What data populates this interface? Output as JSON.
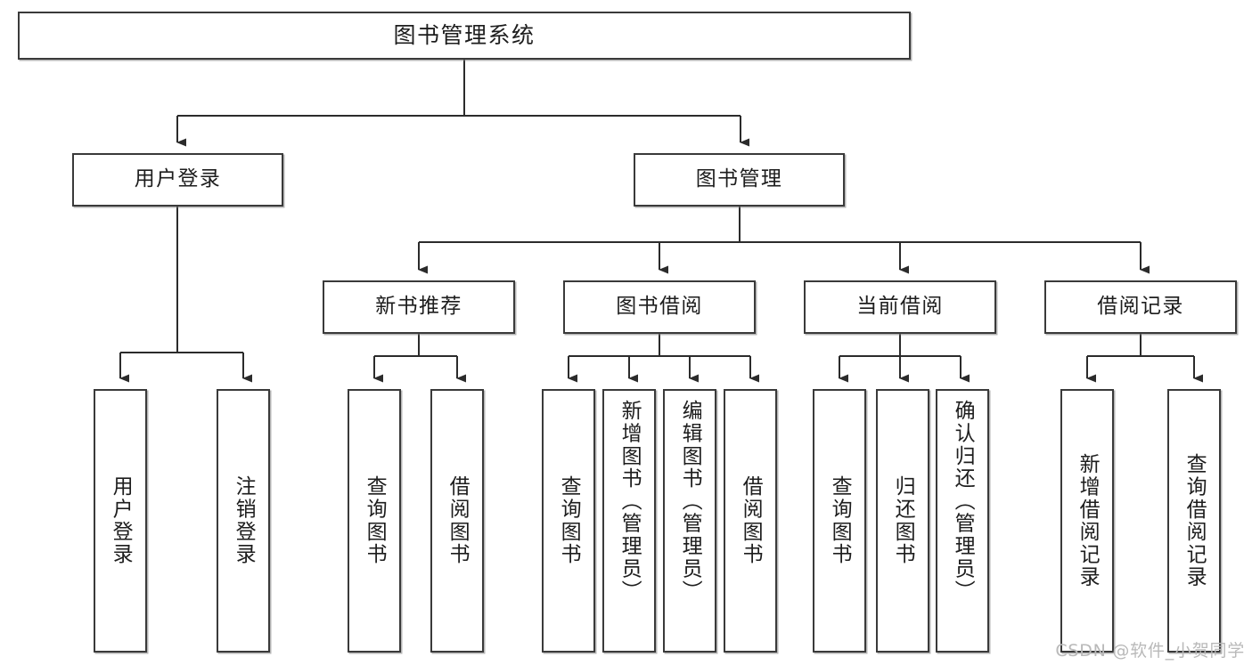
{
  "diagram": {
    "title": "图书管理系统",
    "type": "功能结构图",
    "colors": {
      "box_border": "#3a3a3a",
      "box_fill": "#ffffff",
      "connector": "#2b2b2b",
      "text": "#1d1d1d",
      "watermark": "#b9b9b9",
      "background": "#ffffff"
    },
    "watermark": "CSDN @软件_小贺同学",
    "nodes": {
      "root": {
        "label": "图书管理系统"
      },
      "level2": [
        {
          "label": "用户登录"
        },
        {
          "label": "图书管理"
        }
      ],
      "level3": [
        {
          "label": "新书推荐"
        },
        {
          "label": "图书借阅"
        },
        {
          "label": "当前借阅"
        },
        {
          "label": "借阅记录"
        }
      ],
      "leaves": {
        "user_login": [
          {
            "label": "用户登录"
          },
          {
            "label": "注销登录"
          }
        ],
        "new_book_recommend": [
          {
            "label": "查询图书"
          },
          {
            "label": "借阅图书"
          }
        ],
        "book_borrow": [
          {
            "label": "查询图书"
          },
          {
            "label": "新增图书（管理员）"
          },
          {
            "label": "编辑图书（管理员）"
          },
          {
            "label": "借阅图书"
          }
        ],
        "current_borrow": [
          {
            "label": "查询图书"
          },
          {
            "label": "归还图书"
          },
          {
            "label": "确认归还（管理员）"
          }
        ],
        "borrow_record": [
          {
            "label": "新增借阅记录"
          },
          {
            "label": "查询借阅记录"
          }
        ]
      }
    }
  }
}
